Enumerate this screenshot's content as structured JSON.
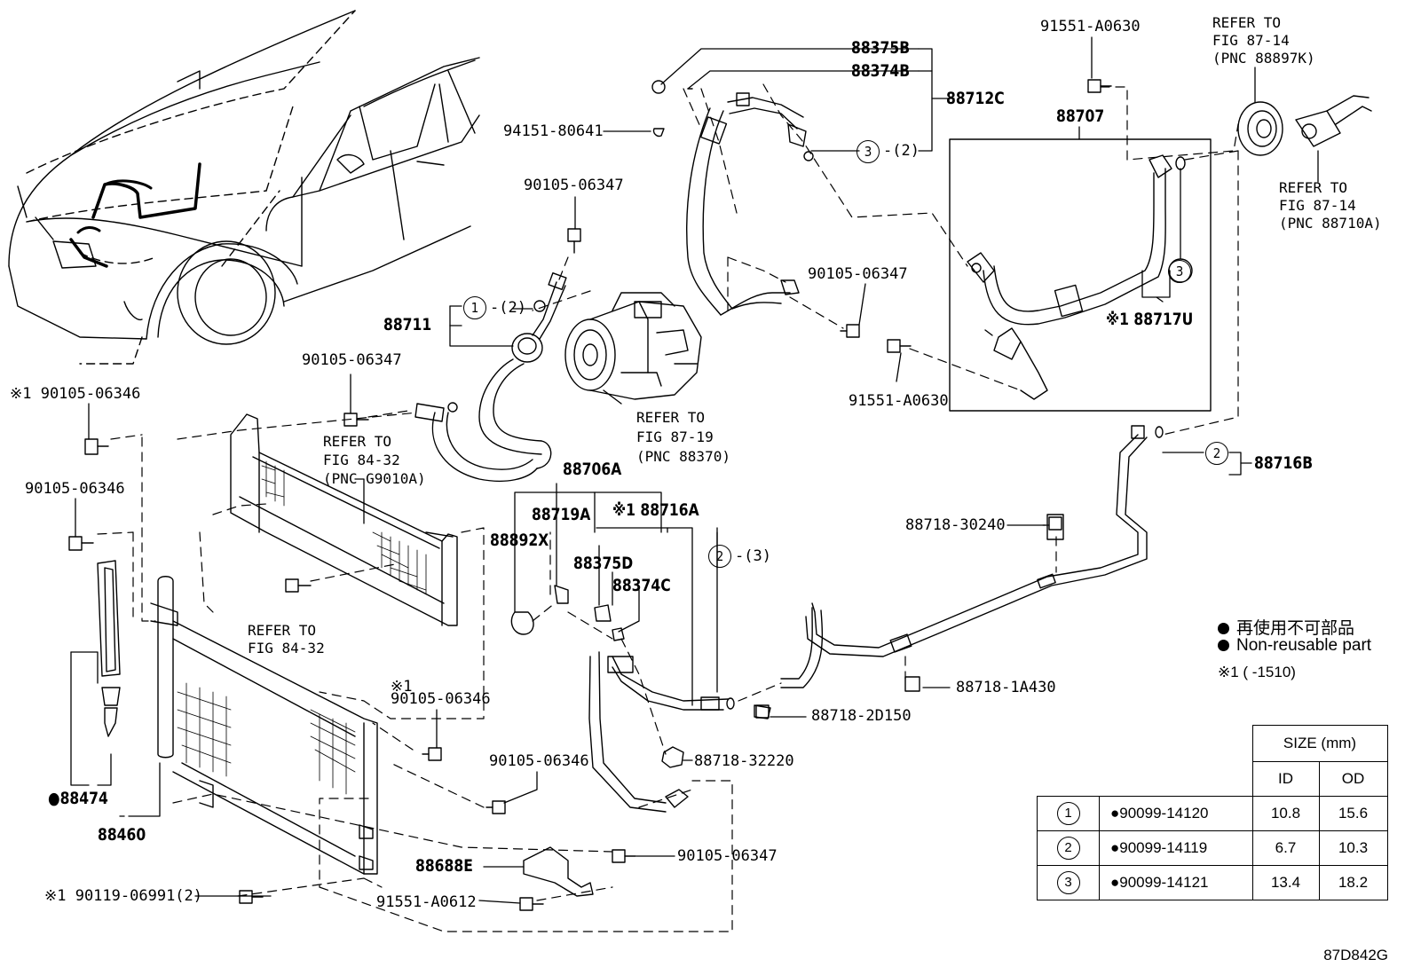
{
  "labels": {
    "p88375B": "88375B",
    "p88374B": "88374B",
    "p88712C": "88712C",
    "p94151": "94151-80641",
    "p91551_top": "91551-A0630",
    "p90105_a": "90105-06347",
    "p88711": "88711",
    "p88711_ring": "-(2)",
    "p88712C_ring": "-(2)",
    "p90105_b": "90105-06347",
    "p90105_c": "90105-06347",
    "p91551_mid": "91551-A0630",
    "p88707": "88707",
    "p88717U": "※1 88717U",
    "p90105_06346_a": "※1 90105-06346",
    "p90105_06346_b": "90105-06346",
    "p88706A": "88706A",
    "p88719A": "88719A",
    "p88716A": "※1 88716A",
    "p88892X": "88892X",
    "p88375D": "88375D",
    "p88374C": "88374C",
    "p88716A_ring": "-(3)",
    "p88716B": "88716B",
    "p88718_30240": "88718-30240",
    "p88718_1A430": "88718-1A430",
    "p88718_2D150": "88718-2D150",
    "p88718_32220": "88718-32220",
    "p90105_06346_c1": "※1",
    "p90105_06346_c2": "90105-06346",
    "p90105_06346_d": "90105-06346",
    "p88474": "●88474",
    "p88460": "88460",
    "p90105_06347_e": "90105-06347",
    "p88688E": "88688E",
    "p91551_A0612": "91551-A0612",
    "p90119": "※1 90119-06991(2)"
  },
  "refs": {
    "r_top_1": "REFER TO",
    "r_top_2": "FIG 87-14",
    "r_top_3": "(PNC 88897K)",
    "r_right_1": "REFER TO",
    "r_right_2": "FIG 87-14",
    "r_right_3": "(PNC 88710A)",
    "r_comp_1": "REFER TO",
    "r_comp_2": "FIG 87-19",
    "r_comp_3": "(PNC 88370)",
    "r_rad_1": "REFER TO",
    "r_rad_2": "FIG 84-32",
    "r_rad_3": "(PNC G9010A)",
    "r_low_1": "REFER TO",
    "r_low_2": "FIG 84-32"
  },
  "circle_marks": {
    "one": "1",
    "two": "2",
    "three": "3"
  },
  "legend": {
    "jp": "再使用不可部品",
    "en": "Non-reusable part",
    "note": "※1 (      -1510)"
  },
  "size_table": {
    "header": "SIZE (mm)",
    "col_id": "ID",
    "col_od": "OD",
    "rows": [
      {
        "mark": "1",
        "part": "●90099-14120",
        "id": "10.8",
        "od": "15.6"
      },
      {
        "mark": "2",
        "part": "●90099-14119",
        "id": "6.7",
        "od": "10.3"
      },
      {
        "mark": "3",
        "part": "●90099-14121",
        "id": "13.4",
        "od": "18.2"
      }
    ]
  },
  "figure_code": "87D842G"
}
